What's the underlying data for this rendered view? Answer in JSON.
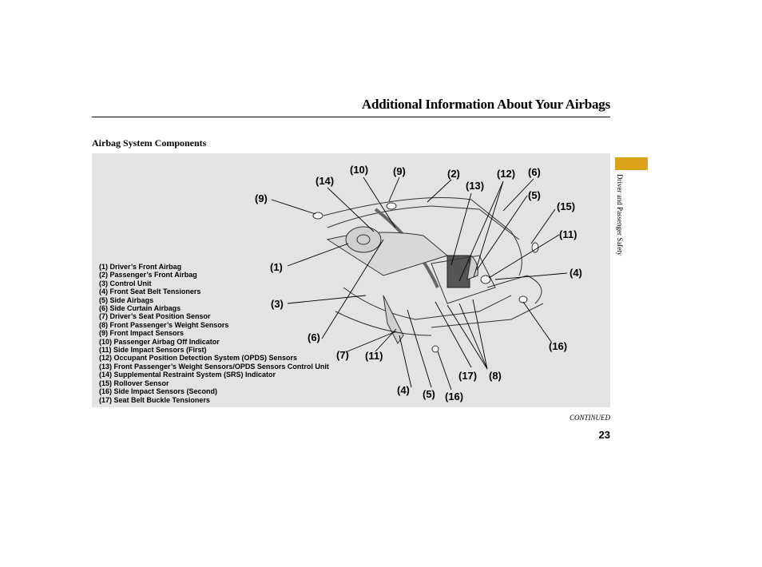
{
  "header": {
    "title": "Additional Information About Your Airbags"
  },
  "section": {
    "heading": "Airbag System Components"
  },
  "sidebar": {
    "label": "Driver and Passenger Safety",
    "tab_color": "#dba21a"
  },
  "legend": [
    "(1) Driver’s Front Airbag",
    "(2) Passenger’s Front Airbag",
    "(3) Control Unit",
    "(4) Front Seat Belt Tensioners",
    "(5) Side Airbags",
    "(6) Side Curtain Airbags",
    "(7) Driver’s Seat Position Sensor",
    "(8) Front Passenger’s Weight Sensors",
    "(9) Front Impact Sensors",
    "(10) Passenger Airbag Off Indicator",
    "(11) Side Impact Sensors (First)",
    "(12) Occupant Position Detection System (OPDS) Sensors",
    "(13) Front Passenger’s Weight Sensors/OPDS Sensors Control Unit",
    "(14) Supplemental Restraint System (SRS) Indicator",
    "(15) Rollover Sensor",
    "(16) Side Impact Sensors (Second)",
    "(17) Seat Belt Buckle Tensioners"
  ],
  "callouts": [
    "(10)",
    "(9)",
    "(2)",
    "(12)",
    "(6)",
    "(14)",
    "(13)",
    "(9)",
    "(5)",
    "(15)",
    "(11)",
    "(1)",
    "(4)",
    "(3)",
    "(6)",
    "(16)",
    "(7)",
    "(11)",
    "(17)",
    "(8)",
    "(4)",
    "(5)",
    "(16)"
  ],
  "footer": {
    "continued": "CONTINUED",
    "page_number": "23"
  },
  "colors": {
    "figure_background": "#e3e3e3",
    "accent_tab": "#dba21a"
  }
}
